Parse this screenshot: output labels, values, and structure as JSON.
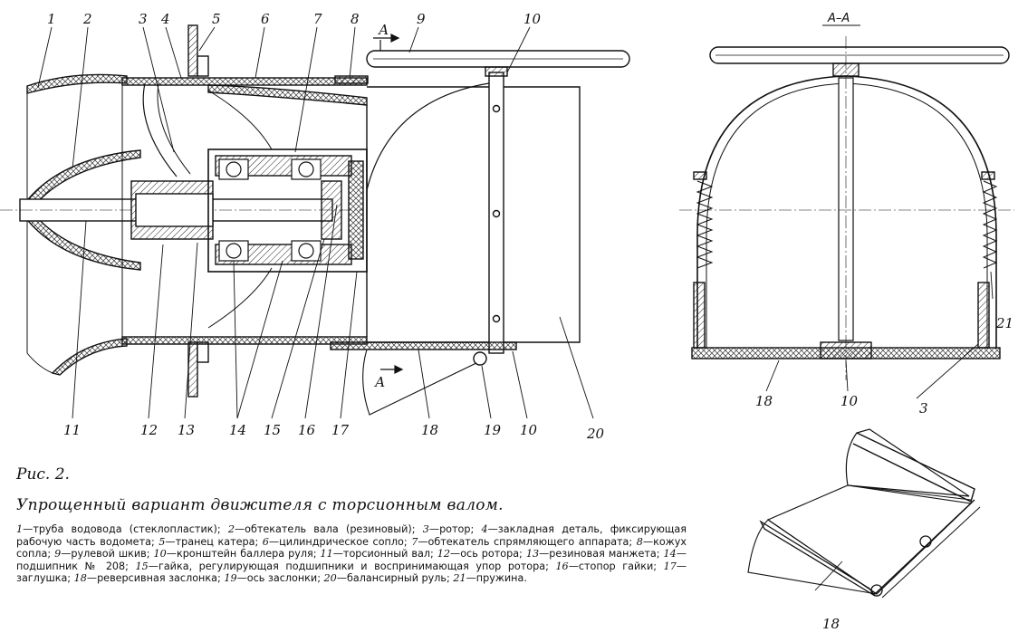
{
  "figure": {
    "label": "Рис. 2.",
    "title": "Упрощенный вариант движителя с торсионным валом.",
    "section_label": "А–А",
    "arrow_label": "А"
  },
  "callouts_main": [
    "1",
    "2",
    "3",
    "4",
    "5",
    "6",
    "7",
    "8",
    "9",
    "10",
    "11",
    "12",
    "13",
    "14",
    "15",
    "16",
    "17",
    "18",
    "19",
    "10",
    "20"
  ],
  "callouts_section": [
    "21",
    "18",
    "10",
    "3"
  ],
  "callouts_detail": [
    "18"
  ],
  "legend": [
    {
      "num": "1",
      "text": "труба водовода (стеклопластик)"
    },
    {
      "num": "2",
      "text": "обтекатель вала (резиновый)"
    },
    {
      "num": "3",
      "text": "ротор"
    },
    {
      "num": "4",
      "text": "закладная деталь, фиксирующая рабочую часть водомета"
    },
    {
      "num": "5",
      "text": "транец катера"
    },
    {
      "num": "6",
      "text": "цилиндрическое сопло"
    },
    {
      "num": "7",
      "text": "обтекатель спрямляющего аппарата"
    },
    {
      "num": "8",
      "text": "кожух сопла"
    },
    {
      "num": "9",
      "text": "рулевой шкив"
    },
    {
      "num": "10",
      "text": "кронштейн баллера руля"
    },
    {
      "num": "11",
      "text": "торсионный вал"
    },
    {
      "num": "12",
      "text": "ось ротора"
    },
    {
      "num": "13",
      "text": "резиновая манжета"
    },
    {
      "num": "14",
      "text": "подшипник № 208"
    },
    {
      "num": "15",
      "text": "гайка, регулирующая подшипники и воспринимающая упор ротора"
    },
    {
      "num": "16",
      "text": "стопор гайки"
    },
    {
      "num": "17",
      "text": "заглушка"
    },
    {
      "num": "18",
      "text": "реверсивная заслонка"
    },
    {
      "num": "19",
      "text": "ось заслонки"
    },
    {
      "num": "20",
      "text": "балансирный руль"
    },
    {
      "num": "21",
      "text": "пружина"
    }
  ]
}
